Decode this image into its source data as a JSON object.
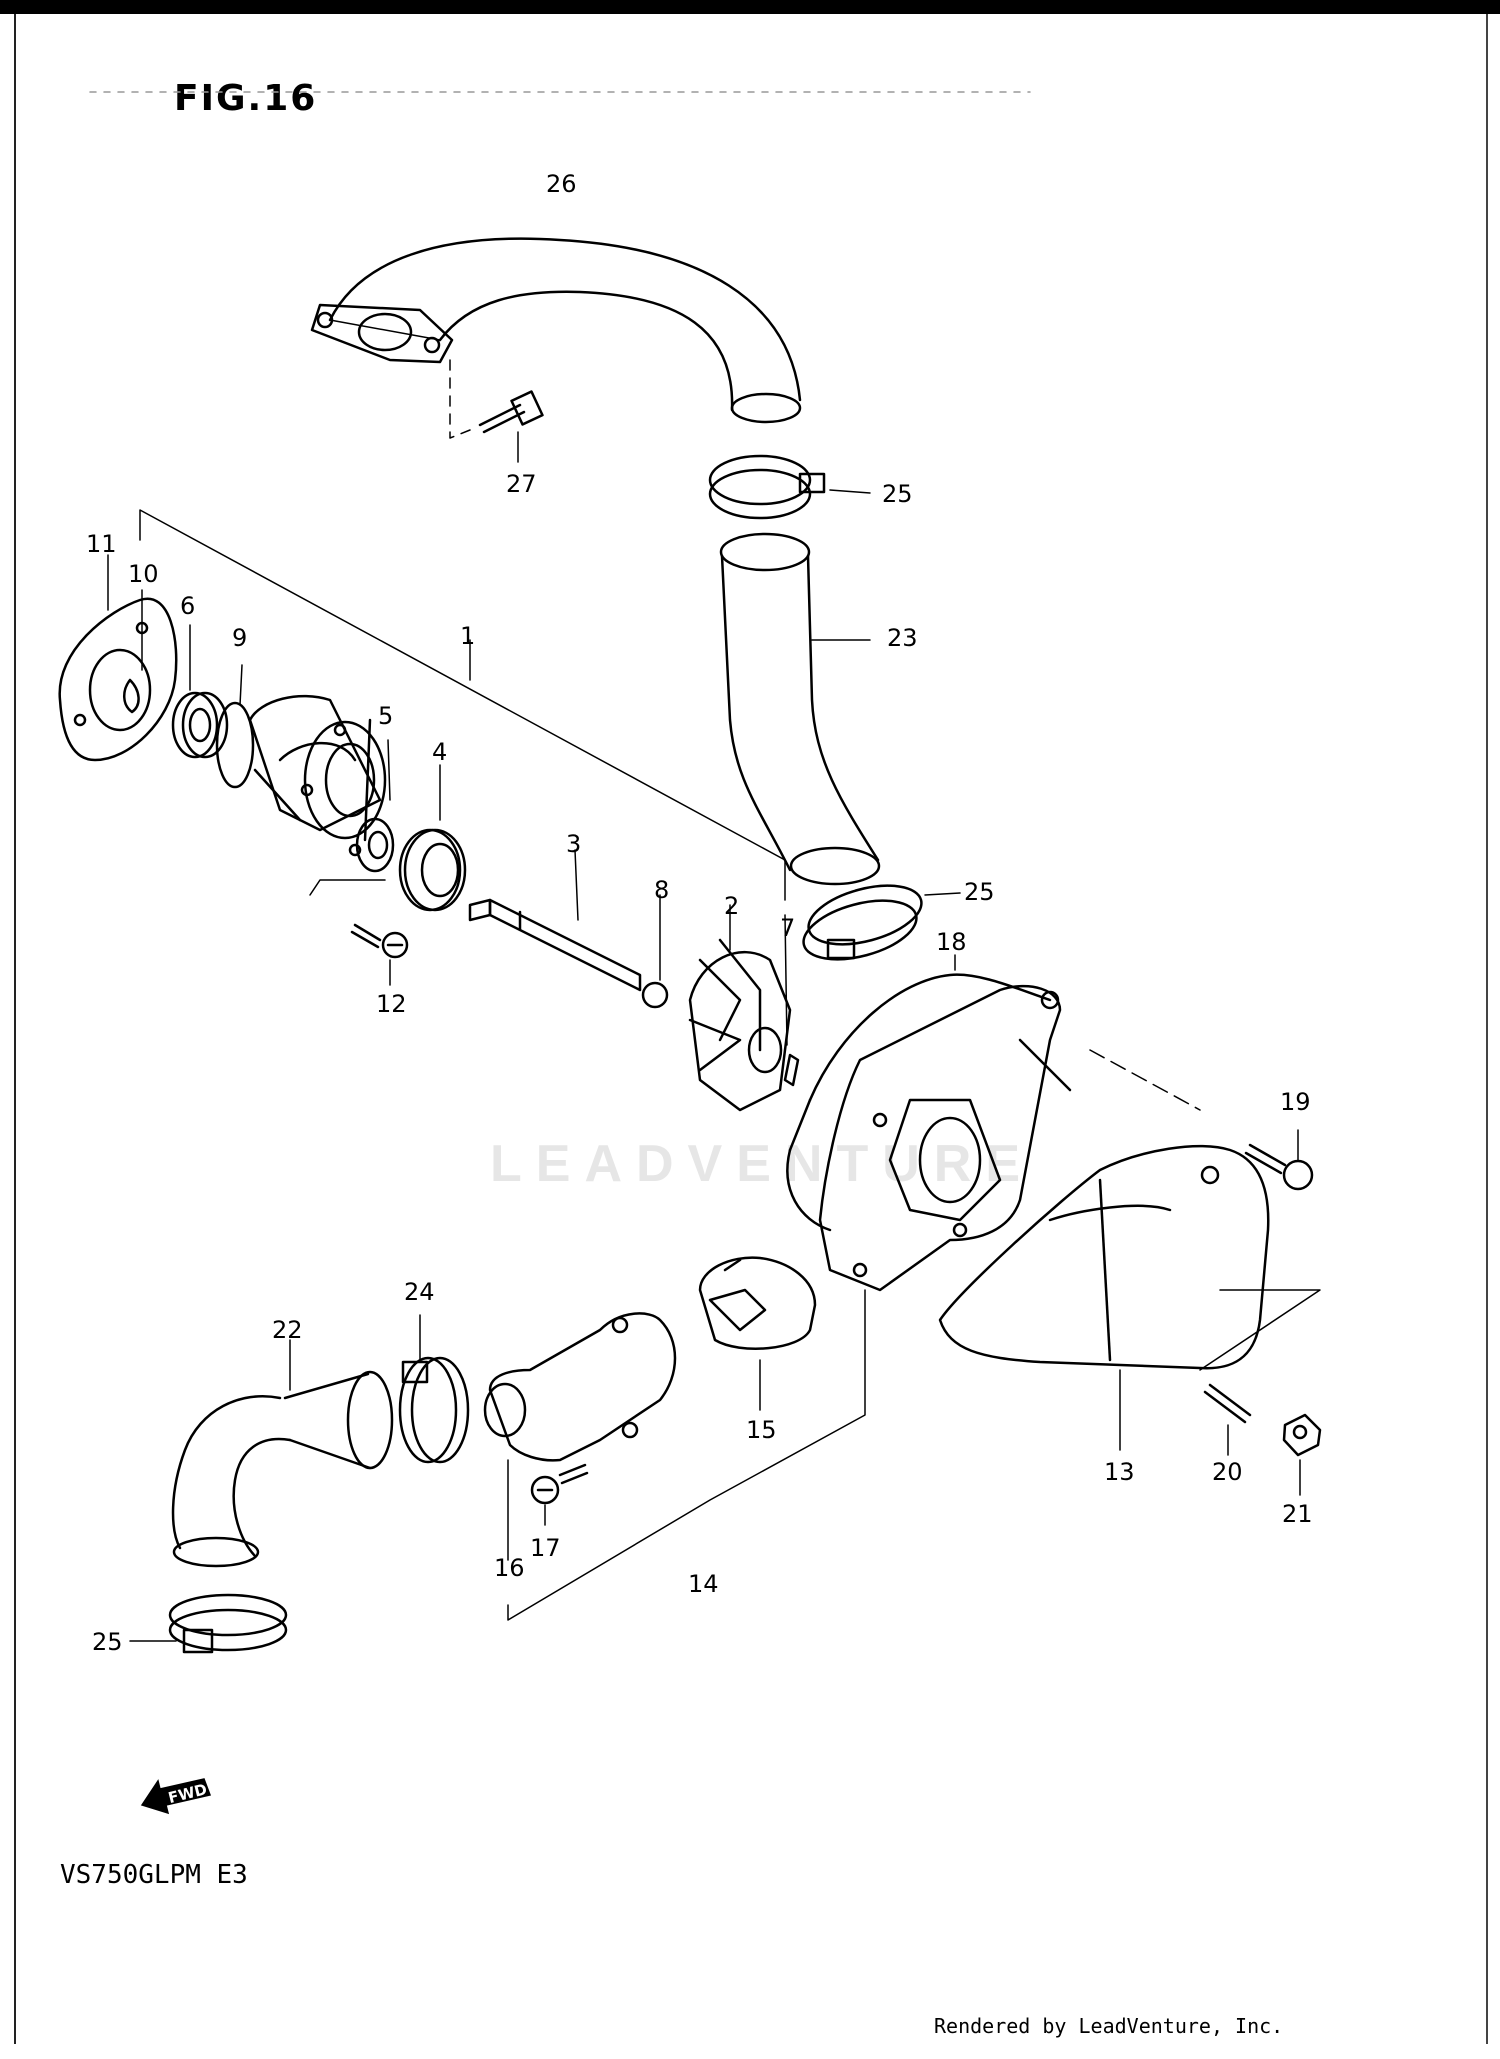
{
  "figure_title": "FIG.16",
  "model_code": "VS750GLPM E3",
  "render_credit": "Rendered by LeadVenture, Inc.",
  "watermark": "LEADVENTURE",
  "fwd_label": "FWD",
  "callouts": {
    "c1": "1",
    "c2": "2",
    "c3": "3",
    "c4": "4",
    "c5": "5",
    "c6": "6",
    "c7": "7",
    "c8": "8",
    "c9": "9",
    "c10": "10",
    "c11": "11",
    "c12": "12",
    "c13": "13",
    "c14": "14",
    "c15": "15",
    "c16": "16",
    "c17": "17",
    "c18": "18",
    "c19": "19",
    "c20": "20",
    "c21": "21",
    "c22": "22",
    "c23": "23",
    "c24": "24",
    "c25a": "25",
    "c25b": "25",
    "c25c": "25",
    "c26": "26",
    "c27": "27"
  }
}
